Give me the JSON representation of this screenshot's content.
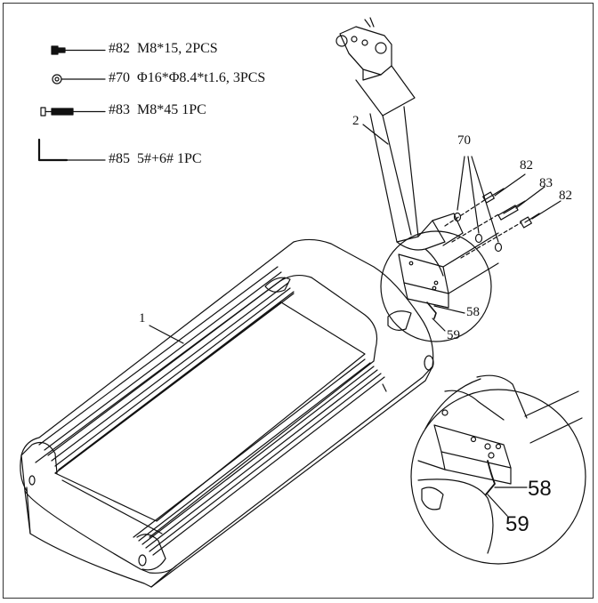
{
  "parts_legend": [
    {
      "callout": "#82",
      "spec": "M8*15, 2PCS",
      "icon": "bolt-icon"
    },
    {
      "callout": "#70",
      "spec": "Φ16*Φ8.4*t1.6, 3PCS",
      "icon": "washer-icon"
    },
    {
      "callout": "#83",
      "spec": "M8*45 1PC",
      "icon": "long-bolt-icon"
    },
    {
      "callout": "#85",
      "spec": "5#+6# 1PC",
      "icon": "allen-key-icon"
    }
  ],
  "callouts": {
    "deck": "1",
    "upright": "2",
    "washers": "70",
    "bolt_a": "82",
    "bolt_b": "83",
    "bolt_c": "82",
    "bracket": "58",
    "cable": "59"
  },
  "detail_callouts": {
    "bracket": "58",
    "cable": "59"
  },
  "colors": {
    "line": "#111111",
    "background": "#ffffff"
  }
}
